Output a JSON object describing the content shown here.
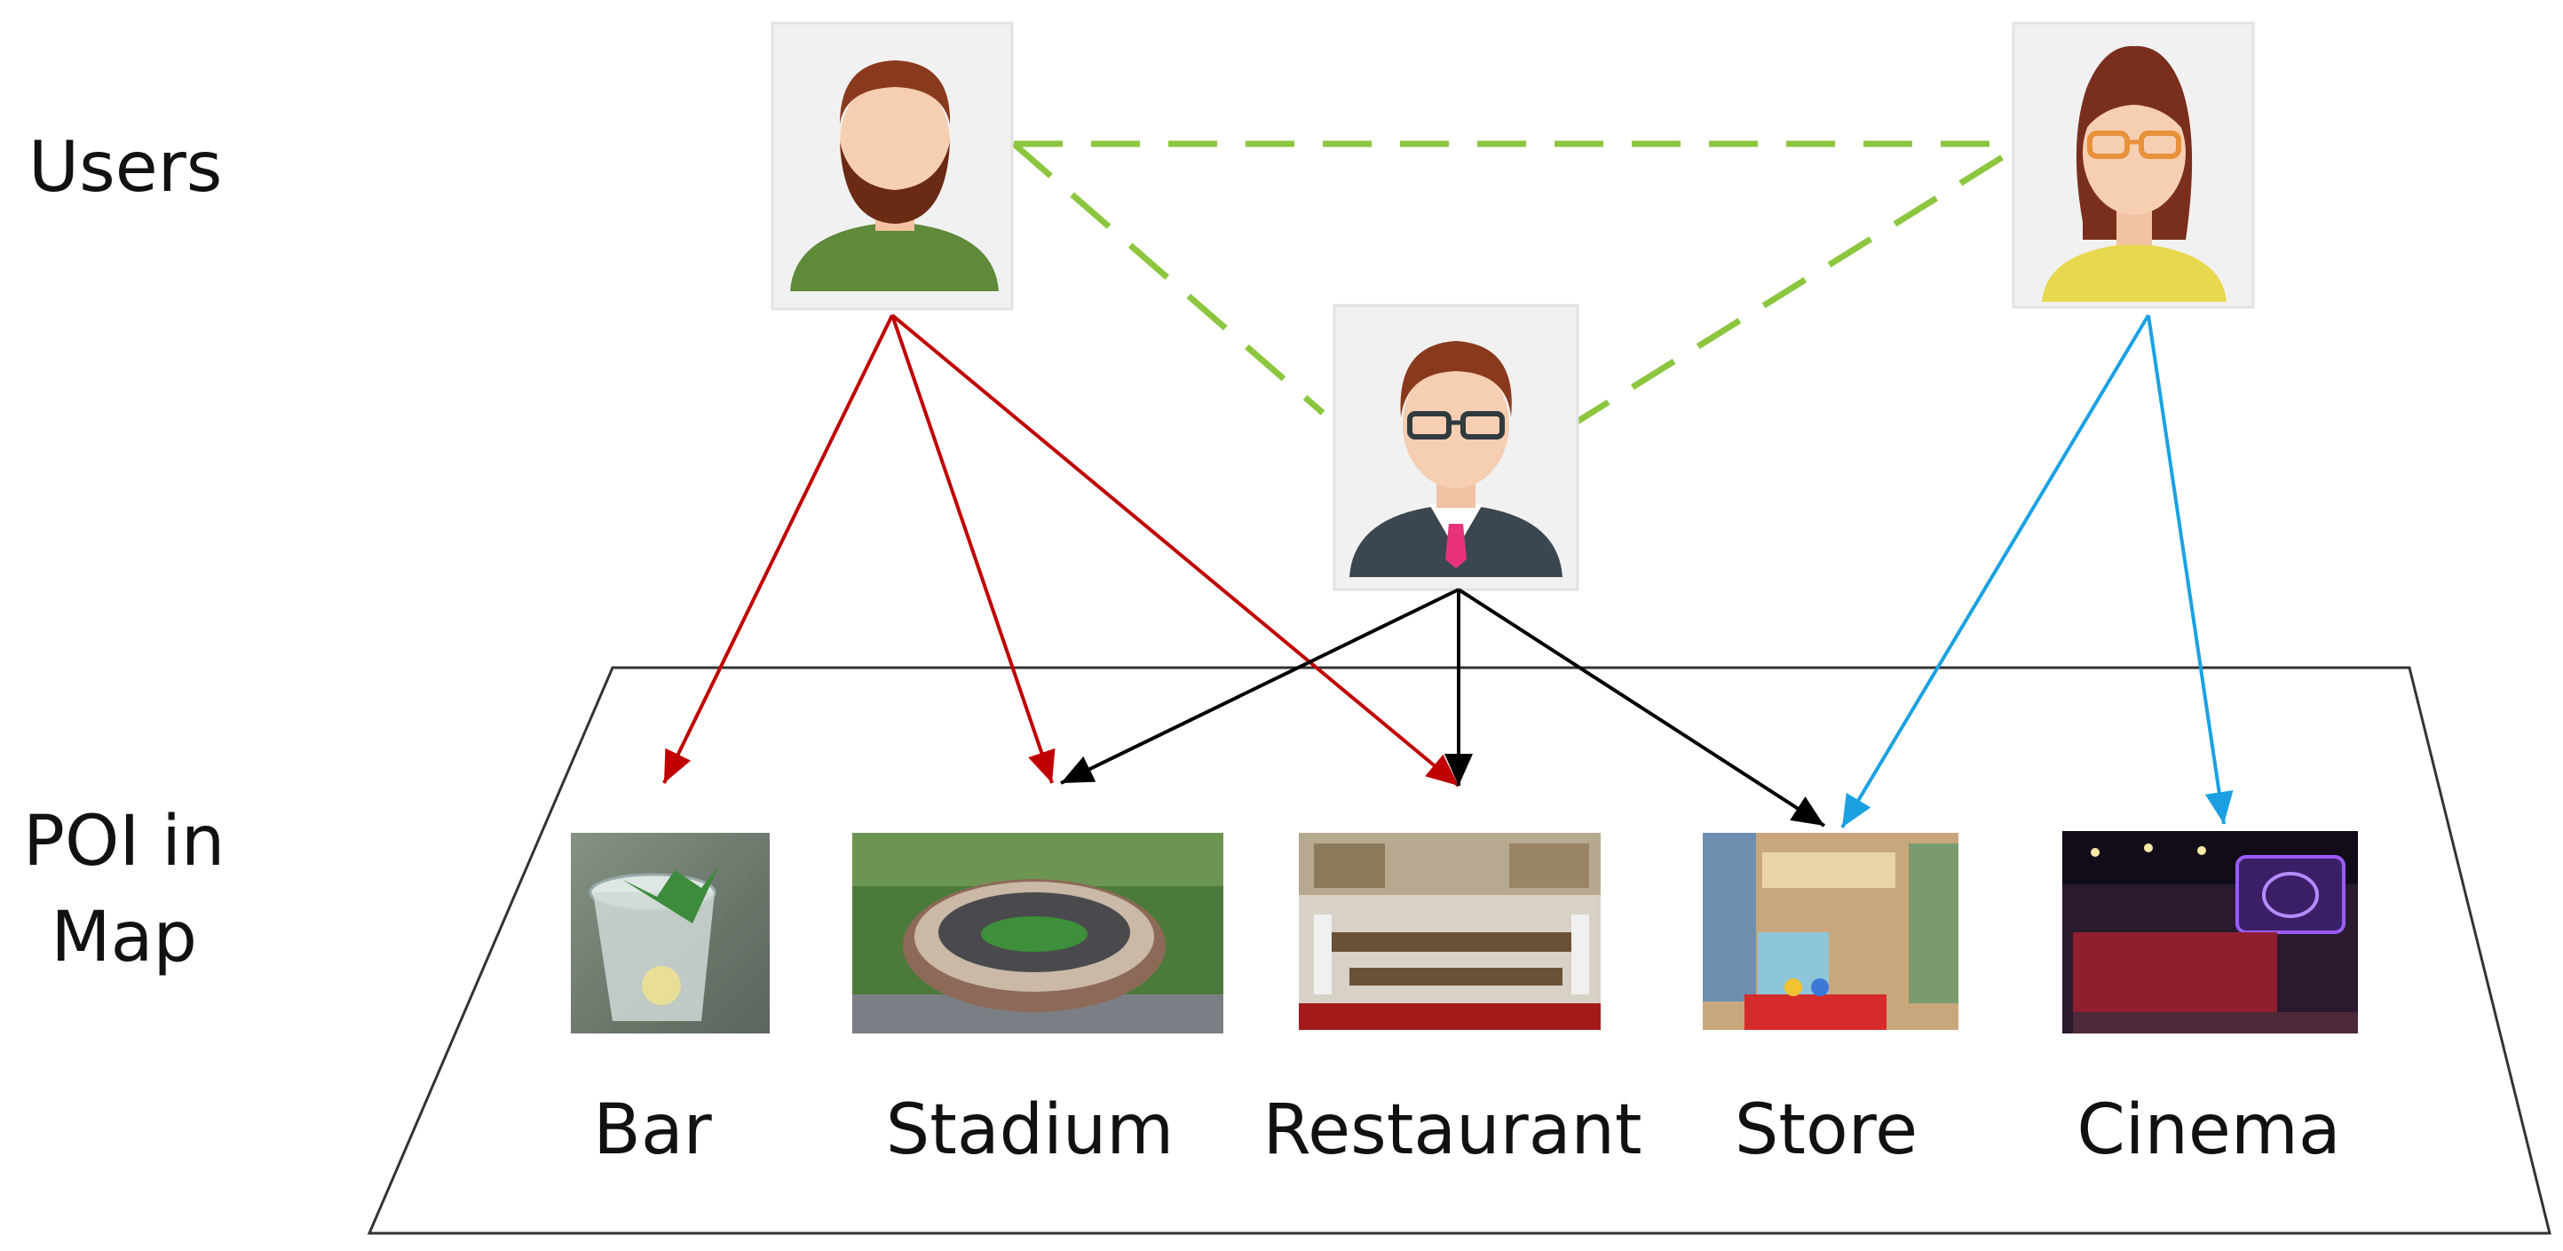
{
  "row_labels": {
    "users": "Users",
    "poi_line1": "POI in",
    "poi_line2": "Map"
  },
  "users": [
    {
      "id": "user1",
      "desc": "bearded man avatar, green shirt"
    },
    {
      "id": "user2",
      "desc": "man with glasses, suit and pink tie"
    },
    {
      "id": "user3",
      "desc": "woman with glasses, yellow shirt"
    }
  ],
  "pois": [
    {
      "id": "bar",
      "label": "Bar"
    },
    {
      "id": "stadium",
      "label": "Stadium"
    },
    {
      "id": "restaurant",
      "label": "Restaurant"
    },
    {
      "id": "store",
      "label": "Store"
    },
    {
      "id": "cinema",
      "label": "Cinema"
    }
  ],
  "edges": {
    "social_links": [
      [
        "user1",
        "user3"
      ],
      [
        "user1",
        "user2"
      ],
      [
        "user2",
        "user3"
      ]
    ],
    "visits": [
      {
        "from": "user1",
        "to": "bar"
      },
      {
        "from": "user1",
        "to": "stadium"
      },
      {
        "from": "user1",
        "to": "restaurant"
      },
      {
        "from": "user2",
        "to": "stadium"
      },
      {
        "from": "user2",
        "to": "restaurant"
      },
      {
        "from": "user2",
        "to": "store"
      },
      {
        "from": "user3",
        "to": "store"
      },
      {
        "from": "user3",
        "to": "cinema"
      }
    ]
  },
  "colors": {
    "social_link": "#8cc63f",
    "user1_visit": "#c00000",
    "user2_visit": "#000000",
    "user3_visit": "#1ba1e2",
    "map_border": "#333333"
  }
}
